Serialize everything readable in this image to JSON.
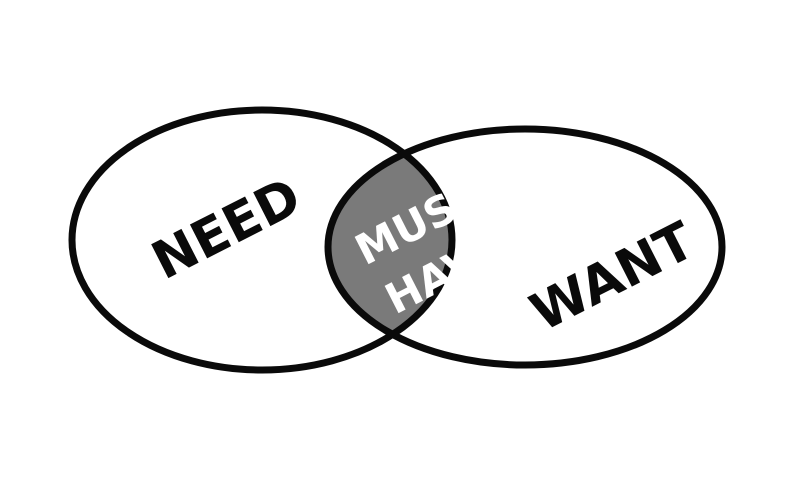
{
  "diagram": {
    "type": "venn",
    "sets": [
      {
        "id": "need",
        "label": "NEED"
      },
      {
        "id": "want",
        "label": "WANT"
      }
    ],
    "intersection": {
      "label_line1": "MUST",
      "label_line2": "HAVE"
    },
    "colors": {
      "background": "#ffffff",
      "outline": "#0a0a0a",
      "intersection_fill": "#7a7a7a",
      "set_text": "#0a0a0a",
      "intersection_text": "#ffffff"
    }
  }
}
